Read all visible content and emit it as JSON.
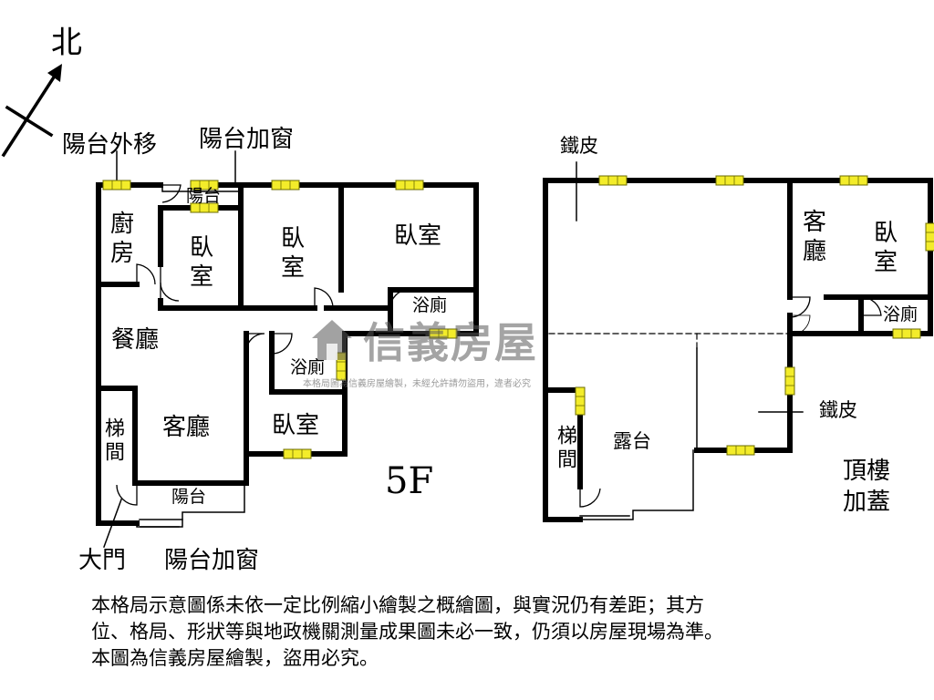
{
  "compass": {
    "north_label": "北"
  },
  "floor_5f": {
    "floor_label": "5F",
    "rooms": {
      "kitchen": "廚\n房",
      "bedroom_small": "臥\n室",
      "bedroom_mid": "臥\n室",
      "bedroom_large": "臥室",
      "dining": "餐廳",
      "living": "客廳",
      "bedroom_south": "臥室",
      "bath_north": "浴廁",
      "bath_central": "浴廁",
      "balcony_north": "陽台",
      "balcony_south": "陽台",
      "stairwell": "梯間"
    },
    "annotations": {
      "balcony_moved_out": "陽台外移",
      "balcony_window_north": "陽台加窗",
      "main_door": "大門",
      "balcony_window_south": "陽台加窗"
    }
  },
  "roof": {
    "rooms": {
      "living": "客\n廳",
      "bedroom": "臥\n室",
      "bath": "浴廁",
      "terrace": "露台",
      "stairwell": "梯間"
    },
    "annotations": {
      "iron_sheet_top": "鐵皮",
      "iron_sheet_right": "鐵皮",
      "rooftop_addition": "頂樓\n加蓋"
    }
  },
  "watermark": {
    "brand": "信義房屋",
    "notice": "本格局圖為信義房屋繪製，未經允許請勿盜用，違者必究"
  },
  "disclaimer": {
    "line1": "本格局示意圖係未依一定比例縮小繪製之概繪圖，與實況仍有差距；其方",
    "line2": "位、格局、形狀等與地政機關測量成果圖未必一致，仍須以房屋現場為準。",
    "line3": "本圖為信義房屋繪製，盜用必究。"
  },
  "colors": {
    "wall": "#000000",
    "window_fill": "#f3ec2a",
    "window_stroke": "#6b6b00",
    "watermark_logo": "#555555"
  }
}
